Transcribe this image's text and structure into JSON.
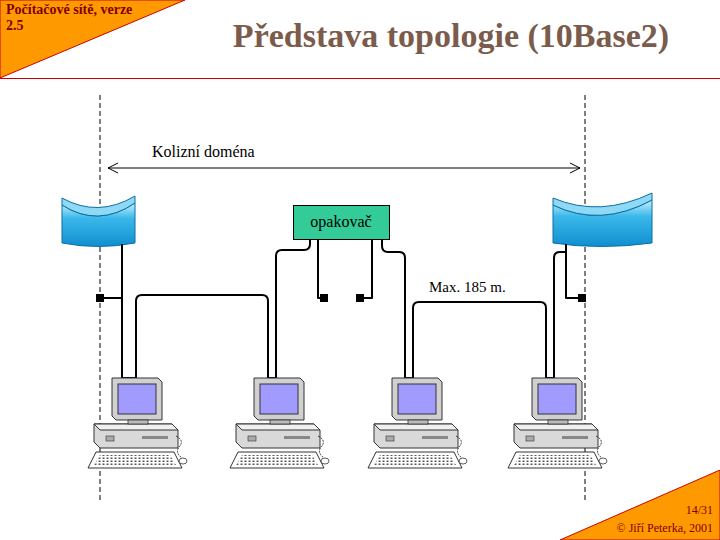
{
  "diagram": {
    "title": "Představa topologie (10Base2)",
    "nodes": [
      {
        "text": [
          "Počítačové sítě, verze 2.5"
        ]
      },
      {
        "text": [
          "opakovač"
        ]
      },
      {
        "text": [
          "14/31",
          "© Jiří Peterka, 2001"
        ]
      }
    ],
    "labels": [
      "Kolizní doména",
      "Max. 185 m."
    ]
  }
}
